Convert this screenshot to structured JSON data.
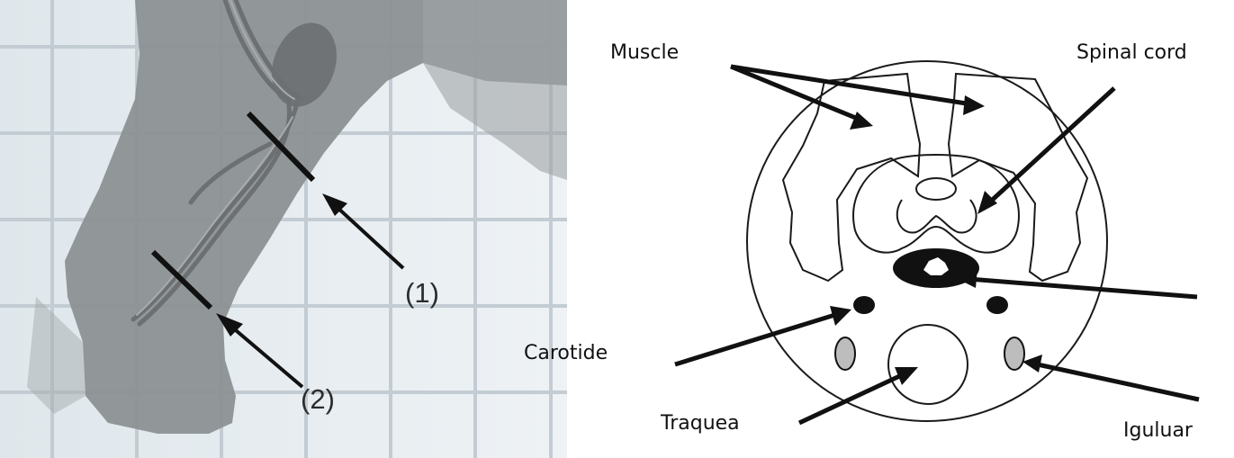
{
  "left_figure": {
    "labels": {
      "cut_1": "(1)",
      "cut_2": "(2)"
    }
  },
  "right_figure": {
    "labels": {
      "muscle": "Muscle",
      "spinal_cord": "Spinal cord",
      "carotide": "Carotide",
      "traquea": "Traquea",
      "iguluar": "Iguluar"
    }
  },
  "colors": {
    "background_left": "#e4ebef",
    "grid_line": "#c9d3d9",
    "animal_silhouette": "#8e9294",
    "vessel": "#6e7173",
    "line": "#111111"
  }
}
